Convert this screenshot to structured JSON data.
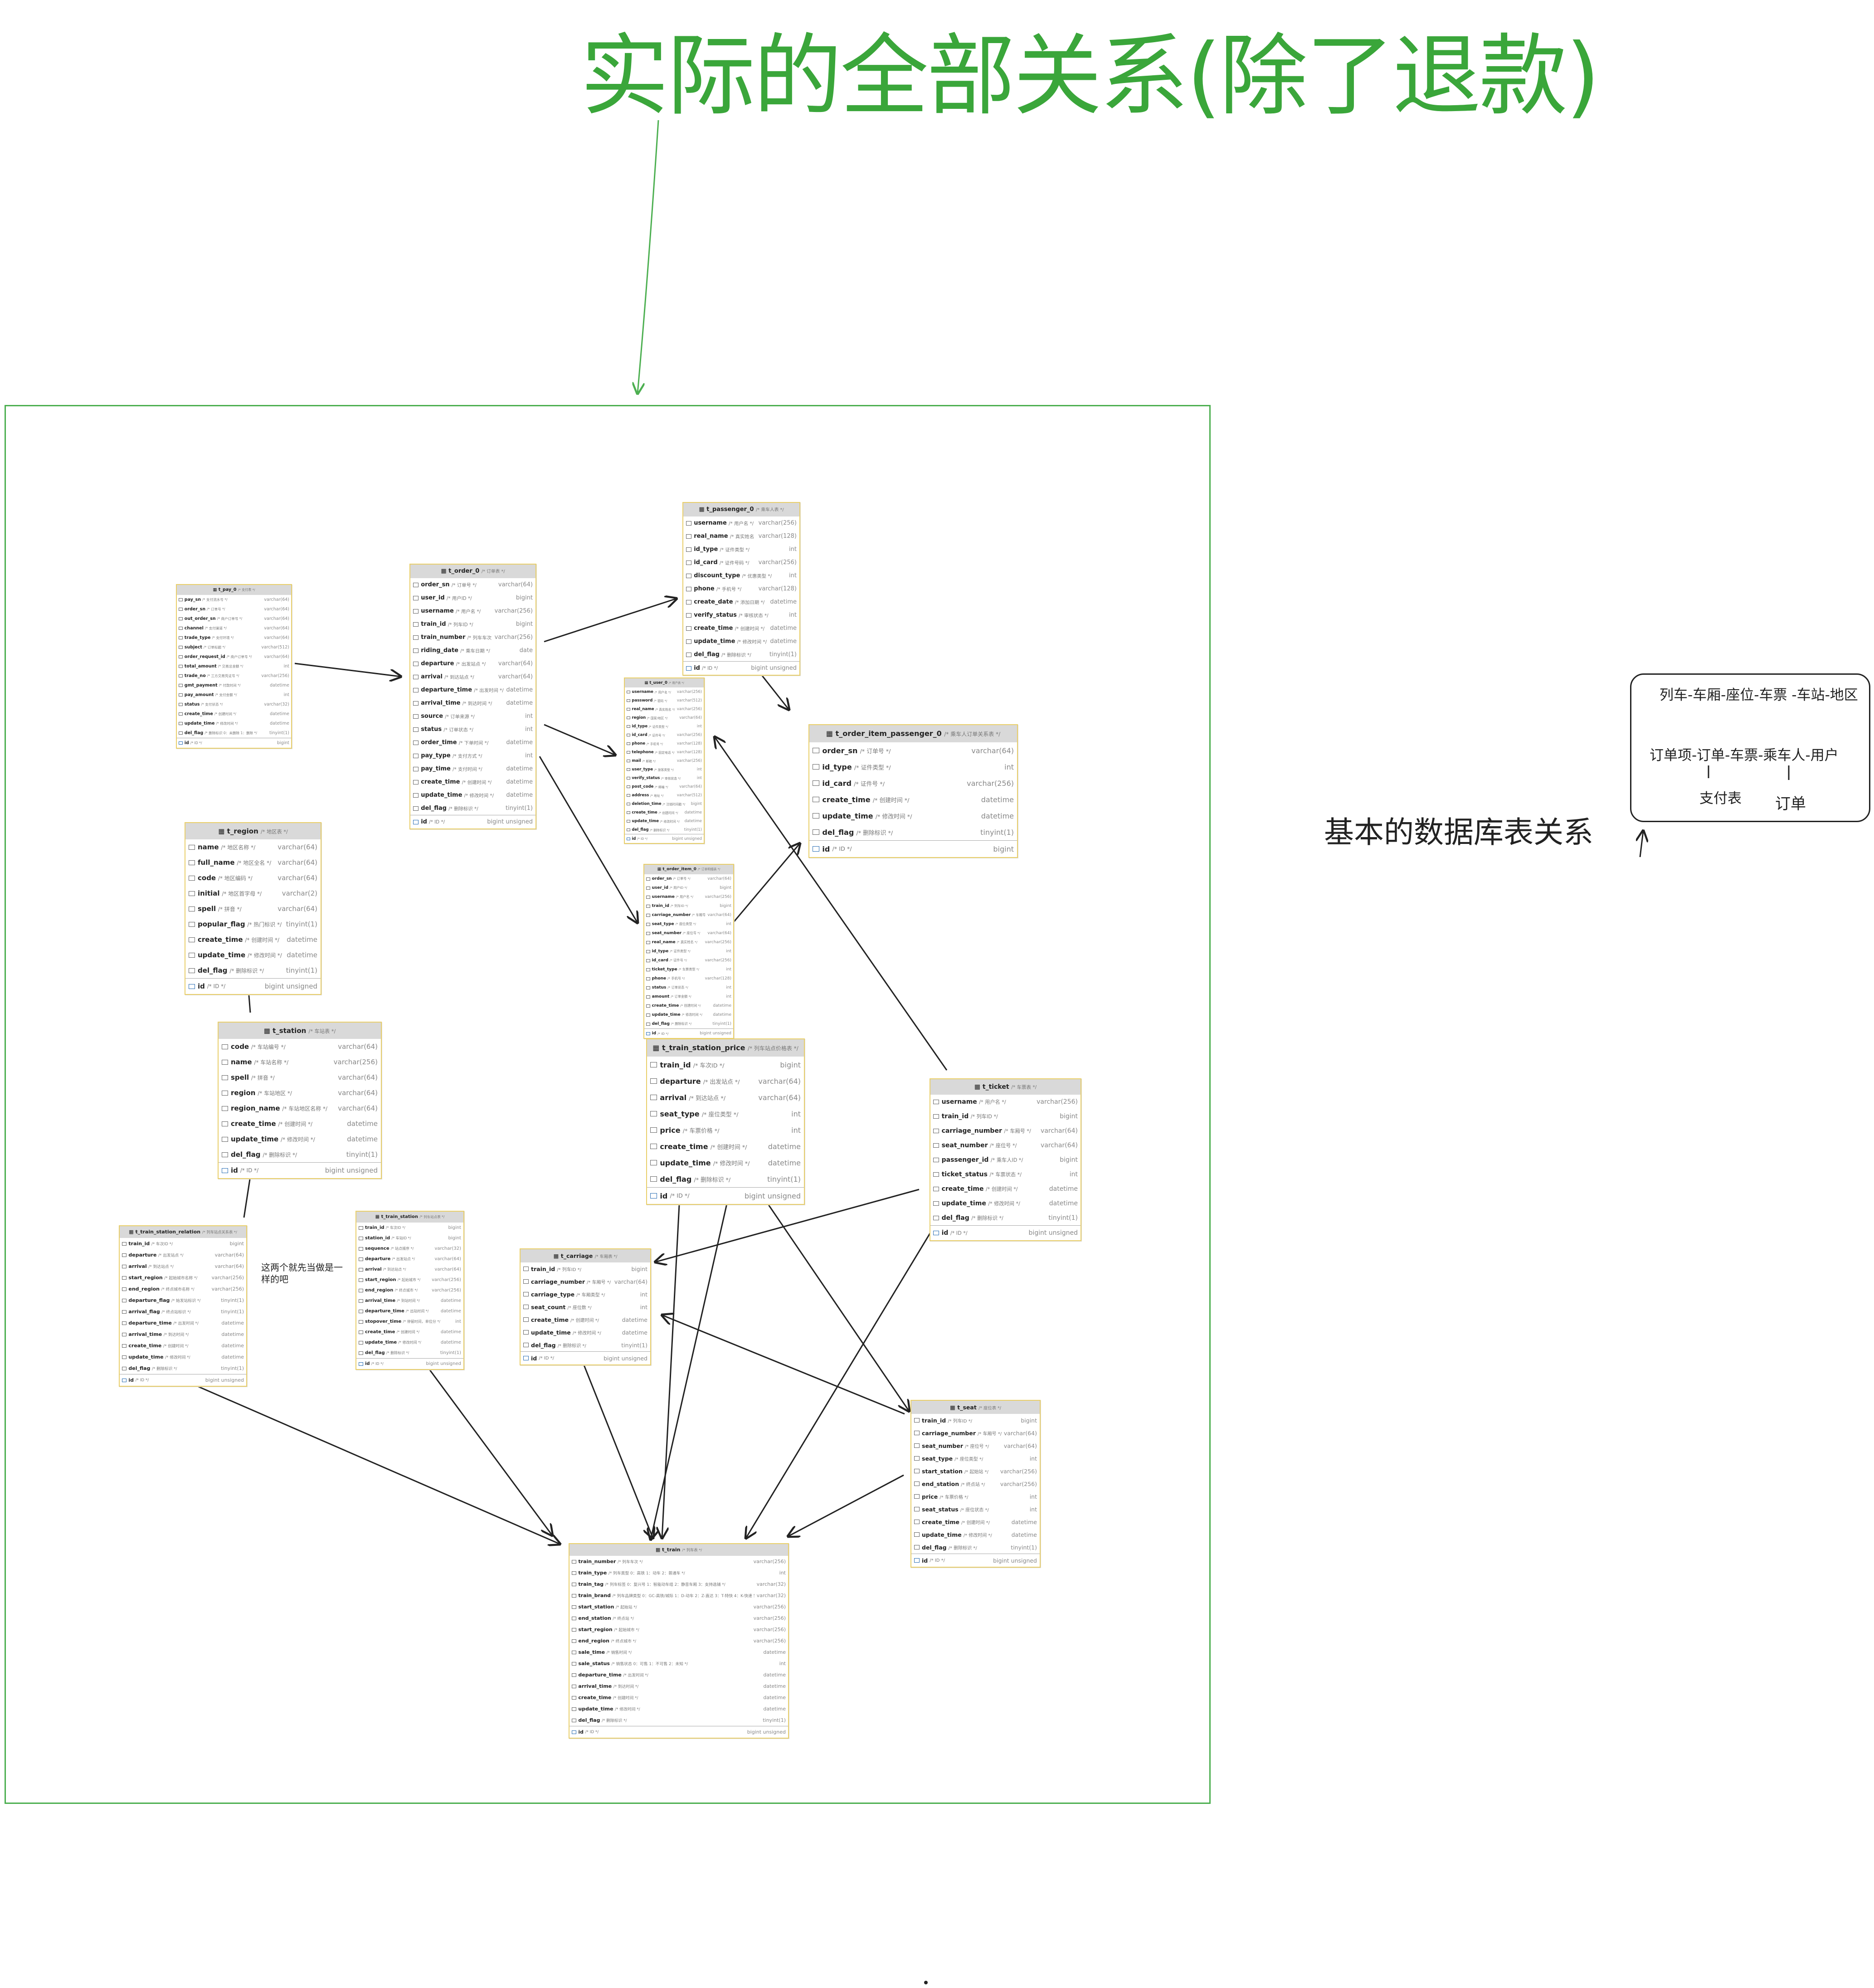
{
  "title": "实际的全部关系(除了退款)",
  "tables": {
    "pay": {
      "name": "t_pay_0",
      "comment": "/* 支付表 */",
      "fields": [
        [
          "pay_sn",
          "/* 支付流水号 */",
          "varchar(64)"
        ],
        [
          "order_sn",
          "/* 订单号 */",
          "varchar(64)"
        ],
        [
          "out_order_sn",
          "/* 商户订单号 */",
          "varchar(64)"
        ],
        [
          "channel",
          "/* 支付渠道 */",
          "varchar(64)"
        ],
        [
          "trade_type",
          "/* 支付环境 */",
          "varchar(64)"
        ],
        [
          "subject",
          "/* 订单标题 */",
          "varchar(512)"
        ],
        [
          "order_request_id",
          "/* 商户订单号 */",
          "varchar(64)"
        ],
        [
          "total_amount",
          "/* 交易总金额 */",
          "int"
        ],
        [
          "trade_no",
          "/* 三方交易凭证号 */",
          "varchar(256)"
        ],
        [
          "gmt_payment",
          "/* 付款时间 */",
          "datetime"
        ],
        [
          "pay_amount",
          "/* 支付金额 */",
          "int"
        ],
        [
          "status",
          "/* 支付状态 */",
          "varchar(32)"
        ],
        [
          "create_time",
          "/* 创建时间 */",
          "datetime"
        ],
        [
          "update_time",
          "/* 修改时间 */",
          "datetime"
        ],
        [
          "del_flag",
          "/* 删除标识 0：未删除 1：删除 */",
          "tinyint(1)"
        ]
      ],
      "id": [
        "id",
        "/* ID */",
        "bigint"
      ]
    },
    "order": {
      "name": "t_order_0",
      "comment": "/* 订单表 */",
      "fields": [
        [
          "order_sn",
          "/* 订单号 */",
          "varchar(64)"
        ],
        [
          "user_id",
          "/* 用户ID */",
          "bigint"
        ],
        [
          "username",
          "/* 用户名 */",
          "varchar(256)"
        ],
        [
          "train_id",
          "/* 列车ID */",
          "bigint"
        ],
        [
          "train_number",
          "/* 列车车次 */",
          "varchar(256)"
        ],
        [
          "riding_date",
          "/* 乘车日期 */",
          "date"
        ],
        [
          "departure",
          "/* 出发站点 */",
          "varchar(64)"
        ],
        [
          "arrival",
          "/* 到达站点 */",
          "varchar(64)"
        ],
        [
          "departure_time",
          "/* 出发时间 */",
          "datetime"
        ],
        [
          "arrival_time",
          "/* 到达时间 */",
          "datetime"
        ],
        [
          "source",
          "/* 订单来源 */",
          "int"
        ],
        [
          "status",
          "/* 订单状态 */",
          "int"
        ],
        [
          "order_time",
          "/* 下单时间 */",
          "datetime"
        ],
        [
          "pay_type",
          "/* 支付方式 */",
          "int"
        ],
        [
          "pay_time",
          "/* 支付时间 */",
          "datetime"
        ],
        [
          "create_time",
          "/* 创建时间 */",
          "datetime"
        ],
        [
          "update_time",
          "/* 修改时间 */",
          "datetime"
        ],
        [
          "del_flag",
          "/* 删除标识 */",
          "tinyint(1)"
        ]
      ],
      "id": [
        "id",
        "/* ID */",
        "bigint unsigned"
      ]
    },
    "passenger": {
      "name": "t_passenger_0",
      "comment": "/* 乘车人表 */",
      "fields": [
        [
          "username",
          "/* 用户名 */",
          "varchar(256)"
        ],
        [
          "real_name",
          "/* 真实姓名 */",
          "varchar(128)"
        ],
        [
          "id_type",
          "/* 证件类型 */",
          "int"
        ],
        [
          "id_card",
          "/* 证件号码 */",
          "varchar(256)"
        ],
        [
          "discount_type",
          "/* 优惠类型 */",
          "int"
        ],
        [
          "phone",
          "/* 手机号 */",
          "varchar(128)"
        ],
        [
          "create_date",
          "/* 添加日期 */",
          "datetime"
        ],
        [
          "verify_status",
          "/* 审核状态 */",
          "int"
        ],
        [
          "create_time",
          "/* 创建时间 */",
          "datetime"
        ],
        [
          "update_time",
          "/* 修改时间 */",
          "datetime"
        ],
        [
          "del_flag",
          "/* 删除标识 */",
          "tinyint(1)"
        ]
      ],
      "id": [
        "id",
        "/* ID */",
        "bigint unsigned"
      ]
    },
    "user": {
      "name": "t_user_0",
      "comment": "/* 用户表 */",
      "fields": [
        [
          "username",
          "/* 用户名 */",
          "varchar(256)"
        ],
        [
          "password",
          "/* 密码 */",
          "varchar(512)"
        ],
        [
          "real_name",
          "/* 真实姓名 */",
          "varchar(256)"
        ],
        [
          "region",
          "/* 国家/地区 */",
          "varchar(64)"
        ],
        [
          "id_type",
          "/* 证件类型 */",
          "int"
        ],
        [
          "id_card",
          "/* 证件号 */",
          "varchar(256)"
        ],
        [
          "phone",
          "/* 手机号 */",
          "varchar(128)"
        ],
        [
          "telephone",
          "/* 固定电话 */",
          "varchar(128)"
        ],
        [
          "mail",
          "/* 邮箱 */",
          "varchar(256)"
        ],
        [
          "user_type",
          "/* 旅客类型 */",
          "int"
        ],
        [
          "verify_status",
          "/* 审核状态 */",
          "int"
        ],
        [
          "post_code",
          "/* 邮编 */",
          "varchar(64)"
        ],
        [
          "address",
          "/* 地址 */",
          "varchar(512)"
        ],
        [
          "deletion_time",
          "/* 注销时间戳 */",
          "bigint"
        ],
        [
          "create_time",
          "/* 创建时间 */",
          "datetime"
        ],
        [
          "update_time",
          "/* 修改时间 */",
          "datetime"
        ],
        [
          "del_flag",
          "/* 删除标识 */",
          "tinyint(1)"
        ]
      ],
      "id": [
        "id",
        "/* ID */",
        "bigint unsigned"
      ]
    },
    "oip": {
      "name": "t_order_item_passenger_0",
      "comment": "/* 乘车人订单关系表 */",
      "fields": [
        [
          "order_sn",
          "/* 订单号 */",
          "varchar(64)"
        ],
        [
          "id_type",
          "/* 证件类型 */",
          "int"
        ],
        [
          "id_card",
          "/* 证件号 */",
          "varchar(256)"
        ],
        [
          "create_time",
          "/* 创建时间 */",
          "datetime"
        ],
        [
          "update_time",
          "/* 修改时间 */",
          "datetime"
        ],
        [
          "del_flag",
          "/* 删除标识 */",
          "tinyint(1)"
        ]
      ],
      "id": [
        "id",
        "/* ID */",
        "bigint"
      ]
    },
    "order_item": {
      "name": "t_order_item_0",
      "comment": "/* 订单明细表 */",
      "fields": [
        [
          "order_sn",
          "/* 订单号 */",
          "varchar(64)"
        ],
        [
          "user_id",
          "/* 用户ID */",
          "bigint"
        ],
        [
          "username",
          "/* 用户名 */",
          "varchar(256)"
        ],
        [
          "train_id",
          "/* 列车ID */",
          "bigint"
        ],
        [
          "carriage_number",
          "/* 车厢号 */",
          "varchar(64)"
        ],
        [
          "seat_type",
          "/* 座位类型 */",
          "int"
        ],
        [
          "seat_number",
          "/* 座位号 */",
          "varchar(64)"
        ],
        [
          "real_name",
          "/* 真实姓名 */",
          "varchar(256)"
        ],
        [
          "id_type",
          "/* 证件类型 */",
          "int"
        ],
        [
          "id_card",
          "/* 证件号 */",
          "varchar(256)"
        ],
        [
          "ticket_type",
          "/* 车票类型 */",
          "int"
        ],
        [
          "phone",
          "/* 手机号 */",
          "varchar(128)"
        ],
        [
          "status",
          "/* 订单状态 */",
          "int"
        ],
        [
          "amount",
          "/* 订单金额 */",
          "int"
        ],
        [
          "create_time",
          "/* 创建时间 */",
          "datetime"
        ],
        [
          "update_time",
          "/* 修改时间 */",
          "datetime"
        ],
        [
          "del_flag",
          "/* 删除标识 */",
          "tinyint(1)"
        ]
      ],
      "id": [
        "id",
        "/* ID */",
        "bigint unsigned"
      ]
    },
    "region": {
      "name": "t_region",
      "comment": "/* 地区表 */",
      "fields": [
        [
          "name",
          "/* 地区名称 */",
          "varchar(64)"
        ],
        [
          "full_name",
          "/* 地区全名 */",
          "varchar(64)"
        ],
        [
          "code",
          "/* 地区编码 */",
          "varchar(64)"
        ],
        [
          "initial",
          "/* 地区首字母 */",
          "varchar(2)"
        ],
        [
          "spell",
          "/* 拼音 */",
          "varchar(64)"
        ],
        [
          "popular_flag",
          "/* 热门标识 */",
          "tinyint(1)"
        ],
        [
          "create_time",
          "/* 创建时间 */",
          "datetime"
        ],
        [
          "update_time",
          "/* 修改时间 */",
          "datetime"
        ],
        [
          "del_flag",
          "/* 删除标识 */",
          "tinyint(1)"
        ]
      ],
      "id": [
        "id",
        "/* ID */",
        "bigint unsigned"
      ]
    },
    "station": {
      "name": "t_station",
      "comment": "/* 车站表 */",
      "fields": [
        [
          "code",
          "/* 车站编号 */",
          "varchar(64)"
        ],
        [
          "name",
          "/* 车站名称 */",
          "varchar(256)"
        ],
        [
          "spell",
          "/* 拼音 */",
          "varchar(64)"
        ],
        [
          "region",
          "/* 车站地区 */",
          "varchar(64)"
        ],
        [
          "region_name",
          "/* 车站地区名称 */",
          "varchar(64)"
        ],
        [
          "create_time",
          "/* 创建时间 */",
          "datetime"
        ],
        [
          "update_time",
          "/* 修改时间 */",
          "datetime"
        ],
        [
          "del_flag",
          "/* 删除标识 */",
          "tinyint(1)"
        ]
      ],
      "id": [
        "id",
        "/* ID */",
        "bigint unsigned"
      ]
    },
    "tsp": {
      "name": "t_train_station_price",
      "comment": "/* 列车站点价格表 */",
      "fields": [
        [
          "train_id",
          "/* 车次ID */",
          "bigint"
        ],
        [
          "departure",
          "/* 出发站点 */",
          "varchar(64)"
        ],
        [
          "arrival",
          "/* 到达站点 */",
          "varchar(64)"
        ],
        [
          "seat_type",
          "/* 座位类型 */",
          "int"
        ],
        [
          "price",
          "/* 车票价格 */",
          "int"
        ],
        [
          "create_time",
          "/* 创建时间 */",
          "datetime"
        ],
        [
          "update_time",
          "/* 修改时间 */",
          "datetime"
        ],
        [
          "del_flag",
          "/* 删除标识 */",
          "tinyint(1)"
        ]
      ],
      "id": [
        "id",
        "/* ID */",
        "bigint unsigned"
      ]
    },
    "ticket": {
      "name": "t_ticket",
      "comment": "/* 车票表 */",
      "fields": [
        [
          "username",
          "/* 用户名 */",
          "varchar(256)"
        ],
        [
          "train_id",
          "/* 列车ID */",
          "bigint"
        ],
        [
          "carriage_number",
          "/* 车厢号 */",
          "varchar(64)"
        ],
        [
          "seat_number",
          "/* 座位号 */",
          "varchar(64)"
        ],
        [
          "passenger_id",
          "/* 乘车人ID */",
          "bigint"
        ],
        [
          "ticket_status",
          "/* 车票状态 */",
          "int"
        ],
        [
          "create_time",
          "/* 创建时间 */",
          "datetime"
        ],
        [
          "update_time",
          "/* 修改时间 */",
          "datetime"
        ],
        [
          "del_flag",
          "/* 删除标识 */",
          "tinyint(1)"
        ]
      ],
      "id": [
        "id",
        "/* ID */",
        "bigint unsigned"
      ]
    },
    "tsr": {
      "name": "t_train_station_relation",
      "comment": "/* 列车站点关系表 */",
      "fields": [
        [
          "train_id",
          "/* 车次ID */",
          "bigint"
        ],
        [
          "departure",
          "/* 出发站点 */",
          "varchar(64)"
        ],
        [
          "arrival",
          "/* 到达站点 */",
          "varchar(64)"
        ],
        [
          "start_region",
          "/* 起始城市名称 */",
          "varchar(256)"
        ],
        [
          "end_region",
          "/* 终点城市名称 */",
          "varchar(256)"
        ],
        [
          "departure_flag",
          "/* 始发站标识 */",
          "tinyint(1)"
        ],
        [
          "arrival_flag",
          "/* 终点站标识 */",
          "tinyint(1)"
        ],
        [
          "departure_time",
          "/* 出发时间 */",
          "datetime"
        ],
        [
          "arrival_time",
          "/* 到达时间 */",
          "datetime"
        ],
        [
          "create_time",
          "/* 创建时间 */",
          "datetime"
        ],
        [
          "update_time",
          "/* 修改时间 */",
          "datetime"
        ],
        [
          "del_flag",
          "/* 删除标识 */",
          "tinyint(1)"
        ]
      ],
      "id": [
        "id",
        "/* ID */",
        "bigint unsigned"
      ]
    },
    "train_station": {
      "name": "t_train_station",
      "comment": "/* 列车站点表 */",
      "fields": [
        [
          "train_id",
          "/* 车次ID */",
          "bigint"
        ],
        [
          "station_id",
          "/* 车站ID */",
          "bigint"
        ],
        [
          "sequence",
          "/* 站点顺序 */",
          "varchar(32)"
        ],
        [
          "departure",
          "/* 出发站点 */",
          "varchar(64)"
        ],
        [
          "arrival",
          "/* 到达站点 */",
          "varchar(64)"
        ],
        [
          "start_region",
          "/* 起始城市 */",
          "varchar(256)"
        ],
        [
          "end_region",
          "/* 终点城市 */",
          "varchar(256)"
        ],
        [
          "arrival_time",
          "/* 到站时间 */",
          "datetime"
        ],
        [
          "departure_time",
          "/* 出站时间 */",
          "datetime"
        ],
        [
          "stopover_time",
          "/* 停留时间，单位分 */",
          "int"
        ],
        [
          "create_time",
          "/* 创建时间 */",
          "datetime"
        ],
        [
          "update_time",
          "/* 修改时间 */",
          "datetime"
        ],
        [
          "del_flag",
          "/* 删除标识 */",
          "tinyint(1)"
        ]
      ],
      "id": [
        "id",
        "/* ID */",
        "bigint unsigned"
      ]
    },
    "carriage": {
      "name": "t_carriage",
      "comment": "/* 车厢表 */",
      "fields": [
        [
          "train_id",
          "/* 列车ID */",
          "bigint"
        ],
        [
          "carriage_number",
          "/* 车厢号 */",
          "varchar(64)"
        ],
        [
          "carriage_type",
          "/* 车厢类型 */",
          "int"
        ],
        [
          "seat_count",
          "/* 座位数 */",
          "int"
        ],
        [
          "create_time",
          "/* 创建时间 */",
          "datetime"
        ],
        [
          "update_time",
          "/* 修改时间 */",
          "datetime"
        ],
        [
          "del_flag",
          "/* 删除标识 */",
          "tinyint(1)"
        ]
      ],
      "id": [
        "id",
        "/* ID */",
        "bigint unsigned"
      ]
    },
    "seat": {
      "name": "t_seat",
      "comment": "/* 座位表 */",
      "fields": [
        [
          "train_id",
          "/* 列车ID */",
          "bigint"
        ],
        [
          "carriage_number",
          "/* 车厢号 */",
          "varchar(64)"
        ],
        [
          "seat_number",
          "/* 座位号 */",
          "varchar(64)"
        ],
        [
          "seat_type",
          "/* 座位类型 */",
          "int"
        ],
        [
          "start_station",
          "/* 起始站 */",
          "varchar(256)"
        ],
        [
          "end_station",
          "/* 终点站 */",
          "varchar(256)"
        ],
        [
          "price",
          "/* 车票价格 */",
          "int"
        ],
        [
          "seat_status",
          "/* 座位状态 */",
          "int"
        ],
        [
          "create_time",
          "/* 创建时间 */",
          "datetime"
        ],
        [
          "update_time",
          "/* 修改时间 */",
          "datetime"
        ],
        [
          "del_flag",
          "/* 删除标识 */",
          "tinyint(1)"
        ]
      ],
      "id": [
        "id",
        "/* ID */",
        "bigint unsigned"
      ]
    },
    "train": {
      "name": "t_train",
      "comment": "/* 列车表 */",
      "fields": [
        [
          "train_number",
          "/* 列车车次 */",
          "varchar(256)"
        ],
        [
          "train_type",
          "/* 列车类型 0：高铁 1：动车 2：普通车 */",
          "int"
        ],
        [
          "train_tag",
          "/* 列车标签 0：复兴号 1：智能动车组 2：静音车厢 3：支持选铺 */",
          "varchar(32)"
        ],
        [
          "train_brand",
          "/* 列车品牌类型 0：GC-高铁/城际 1：D-动车 2：Z-直达 3：T-特快 4：K-快速 5：其他 */",
          "varchar(32)"
        ],
        [
          "start_station",
          "/* 起始站 */",
          "varchar(256)"
        ],
        [
          "end_station",
          "/* 终点站 */",
          "varchar(256)"
        ],
        [
          "start_region",
          "/* 起始城市 */",
          "varchar(256)"
        ],
        [
          "end_region",
          "/* 终点城市 */",
          "varchar(256)"
        ],
        [
          "sale_time",
          "/* 销售时间 */",
          "datetime"
        ],
        [
          "sale_status",
          "/* 销售状态 0：可售 1：不可售 2：未知 */",
          "int"
        ],
        [
          "departure_time",
          "/* 出发时间 */",
          "datetime"
        ],
        [
          "arrival_time",
          "/* 到达时间 */",
          "datetime"
        ],
        [
          "create_time",
          "/* 创建时间 */",
          "datetime"
        ],
        [
          "update_time",
          "/* 修改时间 */",
          "datetime"
        ],
        [
          "del_flag",
          "/* 删除标识 */",
          "tinyint(1)"
        ]
      ],
      "id": [
        "id",
        "/* ID */",
        "bigint unsigned"
      ]
    }
  },
  "notes": {
    "same_note": "这两个就先当做是一样的吧",
    "basic_label": "基本的数据库表关系",
    "box_line1": "列车-车厢-座位-车票  -车站-地区",
    "box_line2": "订单项-订单-车票-乘车人-用户",
    "box_pay": "支付表",
    "box_order": "订单"
  }
}
